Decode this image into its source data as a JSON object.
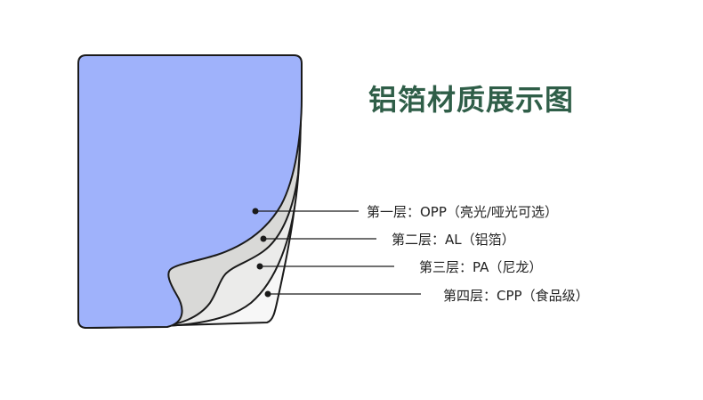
{
  "title": {
    "text": "铝箔材质展示图",
    "color": "#2f5e48"
  },
  "layers": [
    {
      "label": "第一层：OPP（亮光/哑光可选）",
      "fill": "#9fb2fb"
    },
    {
      "label": "第二层：AL（铝箔）",
      "fill": "#d9d9d7"
    },
    {
      "label": "第三层：PA（尼龙）",
      "fill": "#ebebea"
    },
    {
      "label": "第四层：CPP（食品级）",
      "fill": "#f7f7f7"
    }
  ],
  "outline_color": "#1a1a1a"
}
